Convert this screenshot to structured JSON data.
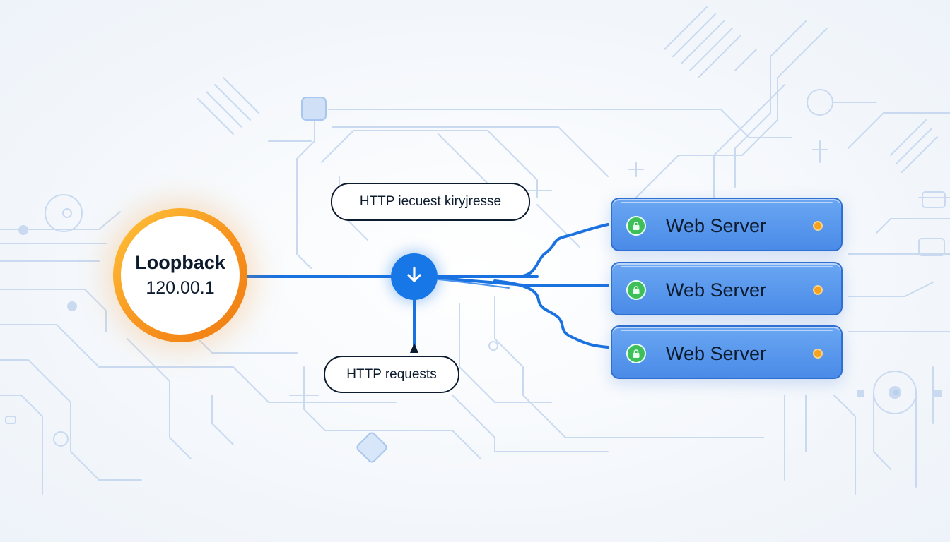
{
  "loopback": {
    "title": "Loopback",
    "address": "120.00.1"
  },
  "labels": {
    "top_pill": "HTTP iecuest kiryjresse",
    "bottom_pill": "HTTP requests"
  },
  "servers": [
    {
      "label": "Web Server"
    },
    {
      "label": "Web Server"
    },
    {
      "label": "Web Server"
    }
  ],
  "icons": {
    "hub": "arrow-down-icon",
    "server_badge": "lock-icon",
    "server_status": "status-dot-icon"
  },
  "colors": {
    "accent_blue": "#1777e6",
    "loopback_orange": "#f7931e",
    "server_blue": "#4a8be8",
    "badge_green": "#3fbf5a",
    "status_orange": "#f7a21e",
    "text_dark": "#0d1b2e"
  }
}
